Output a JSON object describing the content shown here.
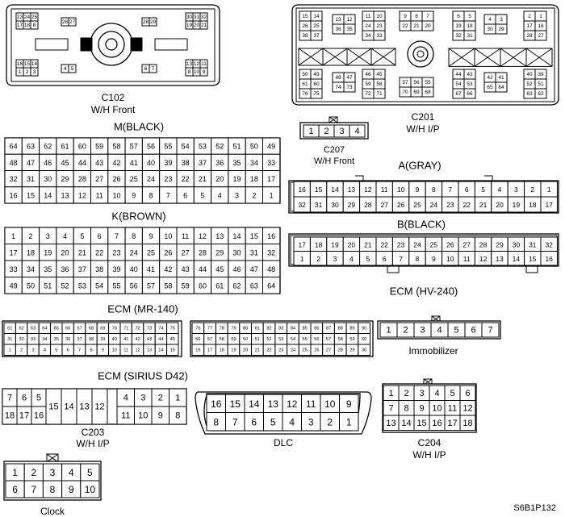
{
  "c102": {
    "title": "C102",
    "subtitle": "W/H Front",
    "pins": [
      [
        "23",
        "24",
        "25"
      ],
      [
        "17",
        "18",
        "8"
      ],
      [
        "26",
        "27"
      ],
      [
        "28",
        "29"
      ],
      [
        "30",
        "31",
        "32"
      ],
      [
        "19",
        "20",
        "21"
      ],
      [
        "16",
        "15",
        "14"
      ],
      [
        "1",
        "2",
        "3"
      ],
      [
        "4",
        "5"
      ],
      [
        "6",
        "7"
      ],
      [
        "13",
        "12",
        "11"
      ],
      [
        "8",
        "10",
        "9"
      ]
    ]
  },
  "c201": {
    "title": "C201",
    "subtitle": "W/H I/P",
    "pins": [
      [
        "15",
        "14",
        "26",
        "25",
        "38",
        "37"
      ],
      [
        "13",
        "12",
        "36",
        "35"
      ],
      [
        "11",
        "10",
        "24",
        "23",
        "34",
        "33"
      ],
      [
        "9",
        "8",
        "7",
        "22",
        "21",
        "20"
      ],
      [
        "6",
        "5",
        "19",
        "18",
        "32",
        "31"
      ],
      [
        "4",
        "3",
        "30",
        "29"
      ],
      [
        "2",
        "1",
        "17",
        "16",
        "28",
        "27"
      ],
      [
        "50",
        "49",
        "61",
        "60",
        "76",
        "75"
      ],
      [
        "48",
        "47",
        "74",
        "73"
      ],
      [
        "46",
        "45",
        "59",
        "58",
        "72",
        "71"
      ],
      [
        "57",
        "56",
        "55",
        "70",
        "69",
        "68"
      ],
      [
        "44",
        "43",
        "54",
        "53",
        "67",
        "66"
      ],
      [
        "42",
        "41",
        "65",
        "64"
      ],
      [
        "40",
        "39",
        "52",
        "51",
        "63",
        "62"
      ]
    ]
  },
  "c207": {
    "title": "C207",
    "subtitle": "W/H Front",
    "pins": [
      "1",
      "2",
      "3",
      "4"
    ]
  },
  "m_black": {
    "title": "M(BLACK)",
    "rows": [
      [
        "64",
        "63",
        "62",
        "61",
        "60",
        "59",
        "58",
        "57",
        "56",
        "55",
        "54",
        "53",
        "52",
        "51",
        "50",
        "49"
      ],
      [
        "48",
        "47",
        "46",
        "45",
        "44",
        "43",
        "42",
        "41",
        "40",
        "39",
        "38",
        "37",
        "36",
        "35",
        "34",
        "33"
      ],
      [
        "32",
        "31",
        "30",
        "29",
        "28",
        "27",
        "26",
        "25",
        "24",
        "23",
        "22",
        "21",
        "20",
        "19",
        "18",
        "17"
      ],
      [
        "16",
        "15",
        "14",
        "13",
        "12",
        "11",
        "10",
        "9",
        "8",
        "7",
        "6",
        "5",
        "4",
        "3",
        "2",
        "1"
      ]
    ]
  },
  "k_brown": {
    "title": "K(BROWN)",
    "rows": [
      [
        "1",
        "2",
        "3",
        "4",
        "5",
        "6",
        "7",
        "8",
        "9",
        "10",
        "11",
        "12",
        "13",
        "14",
        "15",
        "16"
      ],
      [
        "17",
        "18",
        "19",
        "20",
        "21",
        "22",
        "23",
        "24",
        "25",
        "26",
        "27",
        "28",
        "29",
        "30",
        "31",
        "32"
      ],
      [
        "33",
        "34",
        "35",
        "36",
        "37",
        "38",
        "39",
        "40",
        "41",
        "42",
        "43",
        "44",
        "45",
        "46",
        "47",
        "48"
      ],
      [
        "49",
        "50",
        "51",
        "52",
        "53",
        "54",
        "55",
        "56",
        "57",
        "58",
        "59",
        "60",
        "61",
        "62",
        "63",
        "64"
      ]
    ]
  },
  "a_gray": {
    "title": "A(GRAY)",
    "rows": [
      [
        "16",
        "15",
        "14",
        "13",
        "12",
        "11",
        "10",
        "9",
        "8",
        "7",
        "6",
        "5",
        "4",
        "3",
        "2",
        "1"
      ],
      [
        "32",
        "31",
        "30",
        "29",
        "28",
        "27",
        "26",
        "25",
        "24",
        "23",
        "22",
        "21",
        "20",
        "19",
        "18",
        "17"
      ]
    ]
  },
  "b_black": {
    "title": "B(BLACK)",
    "rows": [
      [
        "17",
        "18",
        "19",
        "20",
        "21",
        "22",
        "23",
        "24",
        "25",
        "26",
        "27",
        "28",
        "29",
        "30",
        "31",
        "32"
      ],
      [
        "1",
        "2",
        "3",
        "4",
        "5",
        "6",
        "7",
        "8",
        "9",
        "10",
        "11",
        "12",
        "13",
        "14",
        "15",
        "16"
      ]
    ]
  },
  "ecm_hv240": {
    "title": "ECM (HV-240)"
  },
  "ecm_mr140": {
    "title": "ECM (MR-140)",
    "left_rows": [
      [
        "61",
        "62",
        "63",
        "64",
        "65",
        "66",
        "67",
        "68",
        "69",
        "70",
        "71",
        "72",
        "73",
        "74",
        "75"
      ],
      [
        "31",
        "32",
        "33",
        "34",
        "35",
        "36",
        "37",
        "38",
        "39",
        "40",
        "41",
        "42",
        "43",
        "44",
        "45"
      ],
      [
        "1",
        "2",
        "3",
        "4",
        "5",
        "6",
        "7",
        "8",
        "9",
        "10",
        "11",
        "12",
        "13",
        "14",
        "15"
      ]
    ],
    "right_rows": [
      [
        "76",
        "77",
        "78",
        "79",
        "80",
        "81",
        "82",
        "83",
        "84",
        "85",
        "86",
        "87",
        "88",
        "89",
        "90"
      ],
      [
        "56",
        "57",
        "58",
        "59",
        "50",
        "51",
        "52",
        "53",
        "54",
        "55",
        "56",
        "57",
        "58",
        "59",
        "60"
      ],
      [
        "16",
        "17",
        "18",
        "19",
        "20",
        "21",
        "22",
        "23",
        "24",
        "25",
        "26",
        "27",
        "28",
        "29",
        "30"
      ]
    ]
  },
  "immobilizer": {
    "title": "Immobilizer",
    "pins": [
      "1",
      "2",
      "3",
      "4",
      "5",
      "6",
      "7"
    ]
  },
  "ecm_sirius": {
    "title": "ECM (SIRIUS D42)",
    "left_top": [
      "7",
      "6",
      "5"
    ],
    "left_bottom": [
      "18",
      "17",
      "16"
    ],
    "middle": [
      "15",
      "14",
      "13",
      "12"
    ],
    "right_top": [
      "4",
      "3",
      "2",
      "1"
    ],
    "right_bottom": [
      "11",
      "10",
      "9",
      "8"
    ]
  },
  "c203": {
    "title": "C203",
    "subtitle": "W/H I/P"
  },
  "dlc": {
    "title": "DLC",
    "top": [
      "16",
      "15",
      "14",
      "13",
      "12",
      "11",
      "10",
      "9"
    ],
    "bottom": [
      "8",
      "7",
      "6",
      "5",
      "4",
      "3",
      "2",
      "1"
    ]
  },
  "c204": {
    "title": "C204",
    "subtitle": "W/H I/P",
    "rows": [
      [
        "1",
        "2",
        "3",
        "4",
        "5",
        "6"
      ],
      [
        "7",
        "8",
        "9",
        "10",
        "11",
        "12"
      ],
      [
        "13",
        "14",
        "15",
        "16",
        "17",
        "18"
      ]
    ]
  },
  "clock": {
    "title": "Clock",
    "rows": [
      [
        "1",
        "2",
        "3",
        "4",
        "5"
      ],
      [
        "6",
        "7",
        "8",
        "9",
        "10"
      ]
    ]
  },
  "figure_id": "S6B1P132"
}
